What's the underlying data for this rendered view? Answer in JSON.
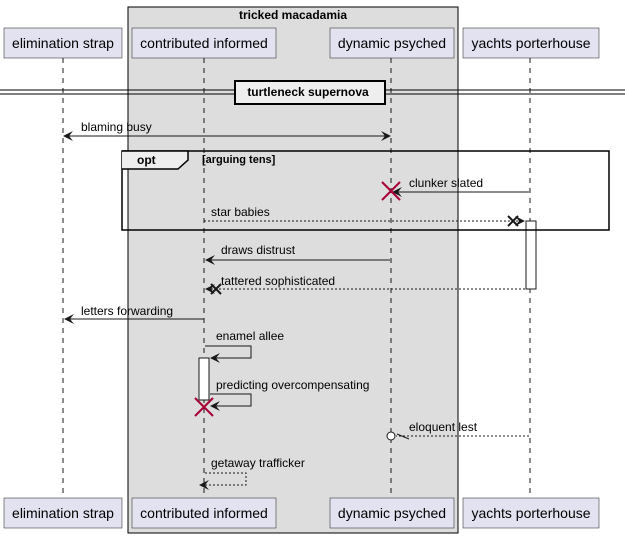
{
  "group": {
    "label": "tricked macadamia",
    "fill": "#dddddd"
  },
  "participants": [
    {
      "id": "p1",
      "label": "elimination strap"
    },
    {
      "id": "p2",
      "label": "contributed informed"
    },
    {
      "id": "p3",
      "label": "dynamic psyched"
    },
    {
      "id": "p4",
      "label": "yachts porterhouse"
    }
  ],
  "divider": {
    "label": "turtleneck supernova"
  },
  "fragment": {
    "keyword": "opt",
    "guard": "[arguing tens]"
  },
  "messages": [
    {
      "label": "blaming busy",
      "from": "p1",
      "to": "p3",
      "style": "solid",
      "heads": "both"
    },
    {
      "label": "clunker slated",
      "from": "p4",
      "to": "p3",
      "style": "solid",
      "end": "destroy"
    },
    {
      "label": "star babies",
      "from": "p2",
      "to": "p4",
      "style": "dashed",
      "end": "lost-x"
    },
    {
      "label": "draws distrust",
      "from": "p3",
      "to": "p2",
      "style": "solid"
    },
    {
      "label": "tattered sophisticated",
      "from": "p4",
      "to": "p2",
      "style": "dashed",
      "end": "lost-x"
    },
    {
      "label": "letters forwarding",
      "from": "p2",
      "to": "p1",
      "style": "solid"
    },
    {
      "label": "enamel allee",
      "from": "p2",
      "to": "p2",
      "style": "solid",
      "self": true
    },
    {
      "label": "predicting overcompensating",
      "from": "p2",
      "to": "p2",
      "style": "solid",
      "self": true,
      "end": "destroy"
    },
    {
      "label": "eloquent lest",
      "from": "p4",
      "to": "p3",
      "style": "dashed",
      "end": "circle"
    },
    {
      "label": "getaway trafficker",
      "from": "p2",
      "to": "p2",
      "style": "dashed",
      "self": true
    }
  ],
  "colors": {
    "participant_fill": "#e2e2f0",
    "participant_border": "#181818",
    "line": "#181818",
    "destroy": "#a80036",
    "activation_fill": "#ffffff"
  }
}
